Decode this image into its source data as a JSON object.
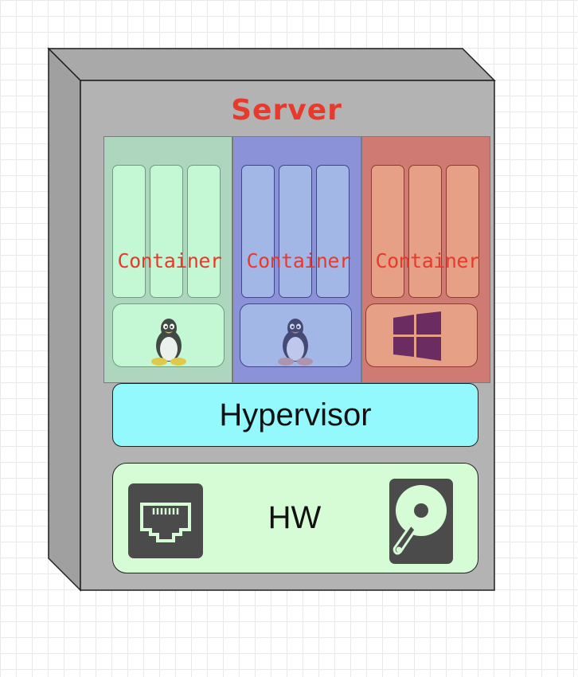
{
  "server": {
    "title": "Server"
  },
  "vms": [
    {
      "container_label": "Container",
      "os_icon": "linux-tux-icon"
    },
    {
      "container_label": "Container",
      "os_icon": "linux-tux-icon"
    },
    {
      "container_label": "Container",
      "os_icon": "windows-logo-icon"
    }
  ],
  "hypervisor": {
    "label": "Hypervisor"
  },
  "hw": {
    "label": "HW",
    "icons": [
      "ethernet-port-icon",
      "hard-disk-icon"
    ]
  },
  "colors": {
    "server_face": "#b3b3b3",
    "title_red": "#e83a2c",
    "vm1_bg": "#aed6be",
    "vm1_col": "#c4f7d4",
    "vm2_bg": "#8c92d8",
    "vm2_col": "#a3b7e6",
    "vm3_bg": "#d07a74",
    "vm3_col": "#e6a085",
    "hypervisor_bg": "#94f9fd",
    "hw_bg": "#d6fcd6",
    "icon_dark": "#4b4b4b",
    "windows_purple": "#6b2c61"
  }
}
